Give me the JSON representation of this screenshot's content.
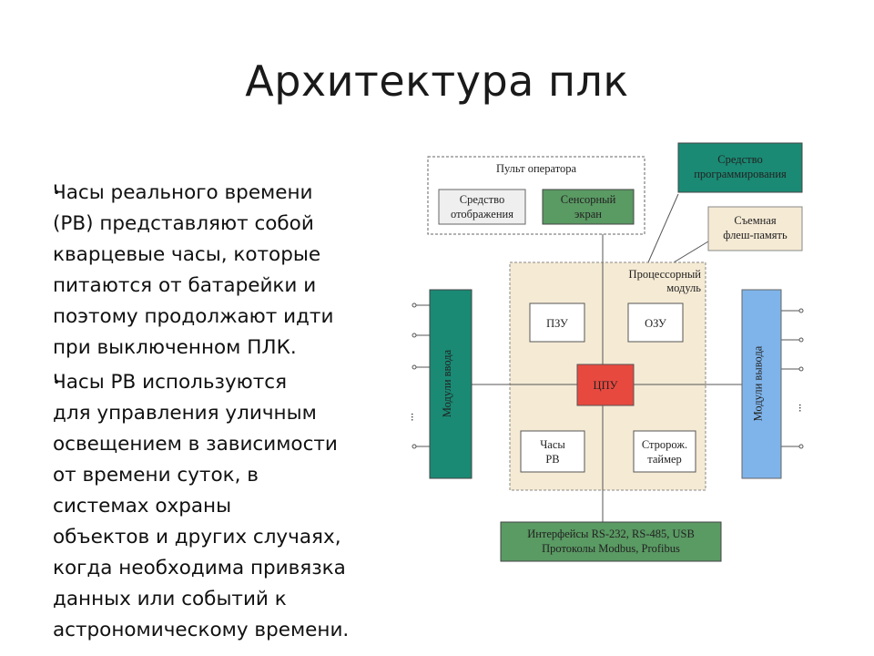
{
  "slide": {
    "title": "Архитектура плк"
  },
  "bullets": [
    {
      "lines": [
        "Часы реального времени",
        "(РВ) представляют собой",
        "кварцевые часы, которые",
        "питаются от батарейки и",
        "поэтому продолжают идти",
        "при выключенном ПЛК."
      ]
    },
    {
      "lines": [
        "Часы РВ используются",
        "для управления уличным",
        "освещением в зависимости",
        "от времени суток, в",
        "системах охраны",
        "объектов и других случаях,",
        "когда необходима привязка",
        "данных или событий к",
        "астрономическому времени."
      ]
    }
  ],
  "diagram": {
    "operator_panel": {
      "label": "Пульт оператора",
      "display": [
        "Средство",
        "отображения"
      ],
      "touchscreen": [
        "Сенсорный",
        "экран"
      ]
    },
    "programming_tool": [
      "Средство",
      "программирования"
    ],
    "flash_memory": [
      "Съемная",
      "флеш-память"
    ],
    "processor_module": {
      "label": [
        "Процессорный",
        "модуль"
      ],
      "rom": "ПЗУ",
      "ram": "ОЗУ",
      "cpu": "ЦПУ",
      "rtc": [
        "Часы",
        "РВ"
      ],
      "watchdog": [
        "Стророж.",
        "таймер"
      ]
    },
    "input_modules": "Модули ввода",
    "output_modules": "Модули вывода",
    "interfaces": [
      "Интерфейсы RS-232, RS-485, USB",
      "Протоколы Modbus, Profibus"
    ],
    "colors": {
      "teal": "#1a8a74",
      "green": "#5a9a63",
      "beige": "#f5ead4",
      "blue": "#7fb4ea",
      "red": "#e8493f"
    }
  }
}
